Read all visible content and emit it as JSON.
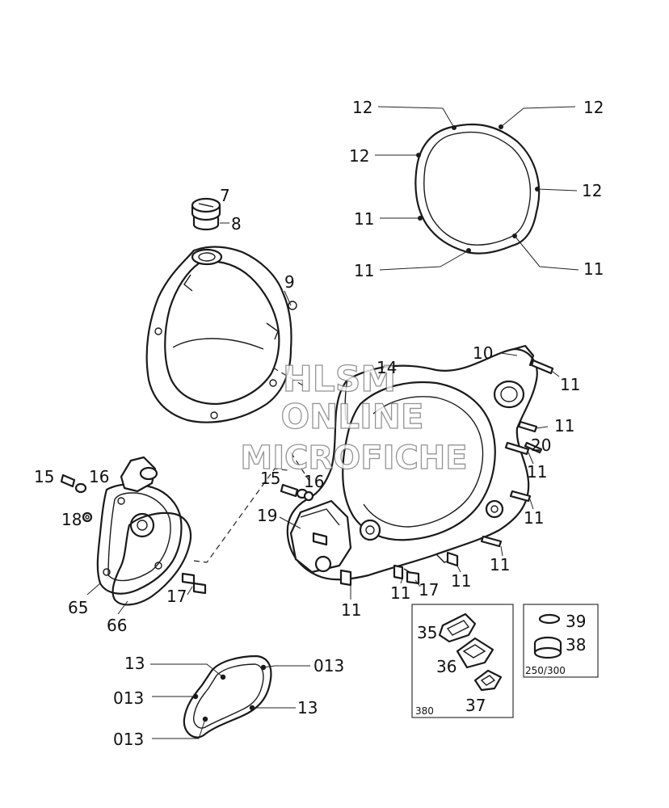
{
  "watermark": {
    "line1": "HLSM",
    "line2": "ONLINE",
    "line3": "MICROFICHE"
  },
  "callouts": {
    "c12a": "12",
    "c12b": "12",
    "c12c": "12",
    "c12d": "12",
    "c11a": "11",
    "c11b": "11",
    "c11c": "11",
    "c7": "7",
    "c8": "8",
    "c9": "9",
    "c10": "10",
    "c14": "14",
    "c11d": "11",
    "c11e": "11",
    "c20": "20",
    "c11f": "11",
    "c11g": "11",
    "c11h": "11",
    "c11i": "11",
    "c11j": "11",
    "c11k": "11",
    "c15a": "15",
    "c16a": "16",
    "c15b": "15",
    "c16b": "16",
    "c18": "18",
    "c19": "19",
    "c17a": "17",
    "c17b": "17",
    "c65": "65",
    "c66": "66",
    "c13a": "13",
    "c013a": "013",
    "c013b": "013",
    "c13b": "13",
    "c013c": "013",
    "c35": "35",
    "c36": "36",
    "c37": "37",
    "c39": "39",
    "c38": "38"
  },
  "insets": {
    "variant_380": "380",
    "variant_250_300": "250/300"
  }
}
